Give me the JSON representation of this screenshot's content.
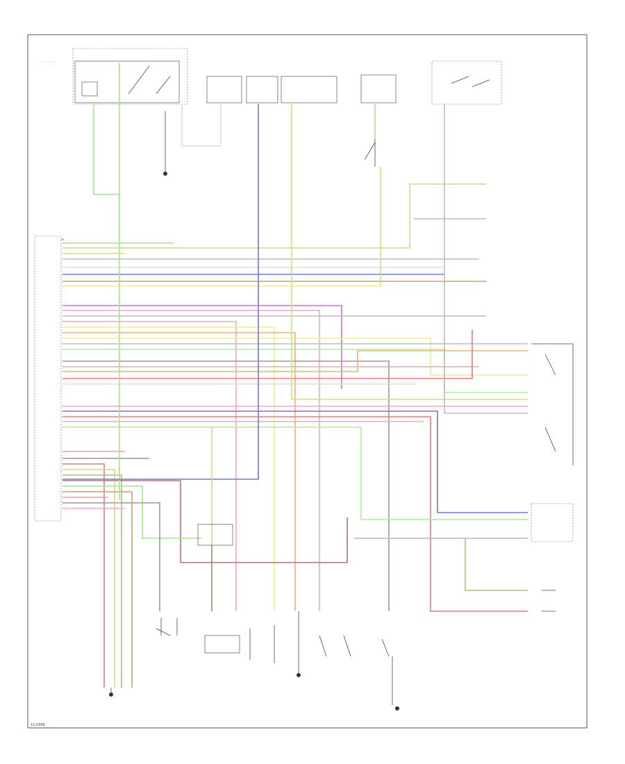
{
  "diagram": {
    "footer_code": "11/1996"
  },
  "colors": {
    "blk_red": "#f0a0a0",
    "grn": "#a6e68a",
    "blk": "#777777",
    "blk_yel": "#d9d48c",
    "grn_yel": "#c9e86e",
    "blu": "#6e76ee",
    "grn_org": "#a6c86e",
    "red": "#f07878",
    "brn": "#c9a06e",
    "pnk": "#f5a6c8",
    "vio": "#d06ee8",
    "yel": "#f2ee8a",
    "org": "#f0b06e",
    "lt_grn": "#aaee9a",
    "gry": "#bbbbbb",
    "red_grn": "#e0b0a0",
    "wht": "#dddddd"
  },
  "icons": [
    "ground-symbol",
    "switch-symbol",
    "sensor-coil-symbol",
    "connector-arrow"
  ]
}
